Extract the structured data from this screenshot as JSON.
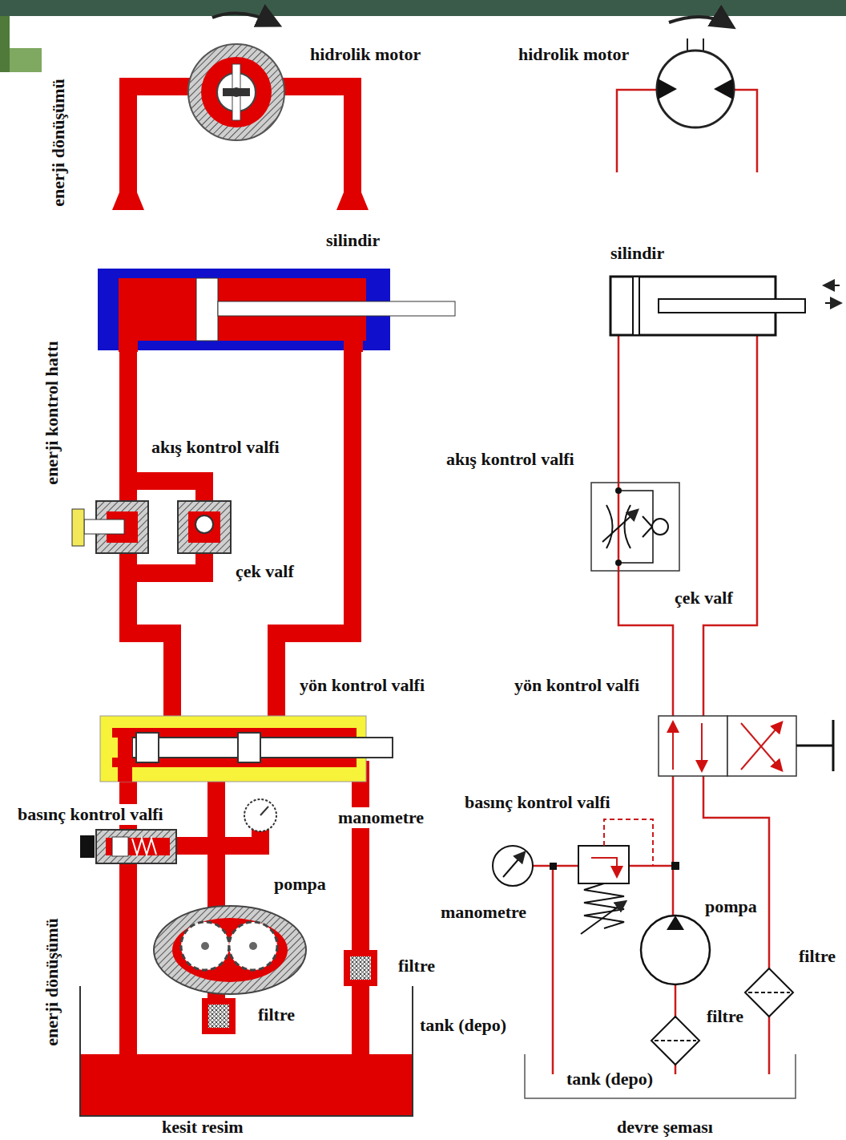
{
  "diagram": {
    "labels": [
      "enerji dönüşümü",
      "hidrolik motor",
      "silindir",
      "enerji kontrol hattı",
      "akış kontrol valfi",
      "çek valf",
      "yön kontrol valfi",
      "basınç kontrol valfi",
      "manometre",
      "pompa",
      "filtre",
      "filtre",
      "tank (depo)",
      "enerji dönüşümü",
      "kesit resim",
      "hidrolik motor",
      "silindir",
      "akış kontrol valfi",
      "çek valf",
      "yön kontrol valfi",
      "basınç kontrol valfi",
      "manometre",
      "pompa",
      "filtre",
      "filtre",
      "tank (depo)",
      "devre şeması"
    ]
  }
}
